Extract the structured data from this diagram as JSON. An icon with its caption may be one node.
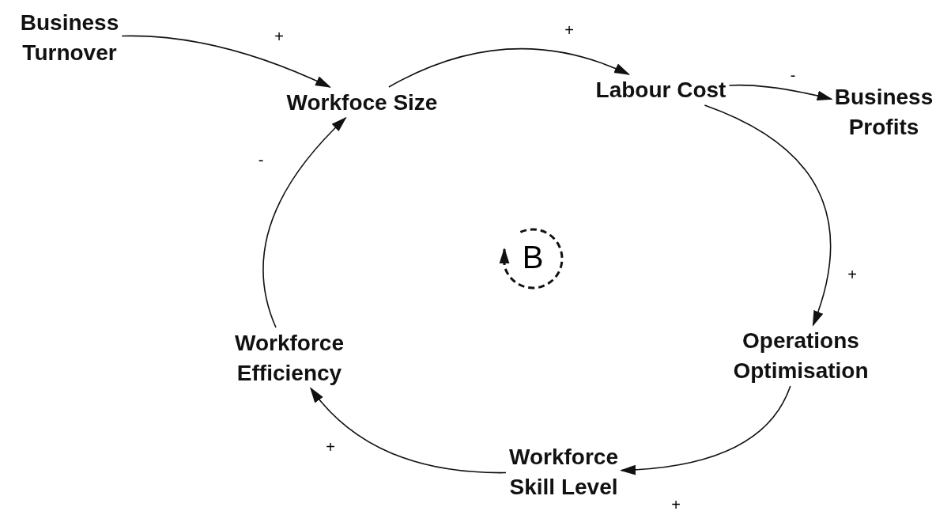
{
  "diagram": {
    "nodes": [
      {
        "text": [
          "Business Turnover"
        ]
      },
      {
        "text": [
          "Workfoce Size"
        ]
      },
      {
        "text": [
          "Labour Cost"
        ]
      },
      {
        "text": [
          "Business Profits"
        ]
      },
      {
        "text": [
          "Operations Optimisation"
        ]
      },
      {
        "text": [
          "Workforce Skill Level"
        ]
      },
      {
        "text": [
          "Workforce Efficiency"
        ]
      }
    ],
    "edges": [
      {
        "from": 0,
        "to": 1,
        "arrow": "to",
        "label": "+"
      },
      {
        "from": 1,
        "to": 2,
        "arrow": "to",
        "label": "+"
      },
      {
        "from": 2,
        "to": 3,
        "arrow": "to",
        "label": "-"
      },
      {
        "from": 2,
        "to": 4,
        "arrow": "to",
        "label": "+"
      },
      {
        "from": 4,
        "to": 5,
        "arrow": "to",
        "label": "+"
      },
      {
        "from": 5,
        "to": 6,
        "arrow": "to",
        "label": "+"
      },
      {
        "from": 6,
        "to": 1,
        "arrow": "to",
        "label": "-"
      }
    ],
    "labels": [
      "B"
    ]
  }
}
